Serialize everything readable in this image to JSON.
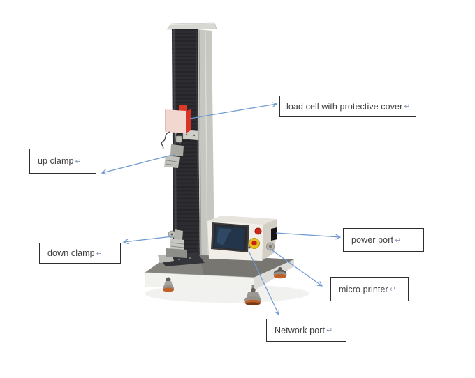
{
  "figure": {
    "type": "annotated-diagram",
    "subject": "universal tensile testing machine with labeled parts",
    "labels": [
      {
        "id": "load-cell",
        "text": "load cell with protective cover",
        "mark": "↵"
      },
      {
        "id": "up-clamp",
        "text": "up clamp",
        "mark": "↵"
      },
      {
        "id": "down-clamp",
        "text": "down clamp",
        "mark": "↵"
      },
      {
        "id": "power-port",
        "text": "power port",
        "mark": "↵"
      },
      {
        "id": "micro-printer",
        "text": "micro printer",
        "mark": "↵"
      },
      {
        "id": "network-port",
        "text": "Network port",
        "mark": "↵"
      }
    ],
    "machine_parts": [
      "column-cap",
      "column",
      "load-cell",
      "upper-clamp",
      "lower-clamp",
      "clamp-base-plate",
      "control-console",
      "touchscreen",
      "power-button",
      "emergency-stop-button",
      "power-port",
      "micro-printer",
      "network-port",
      "machine-base",
      "leveling-feet"
    ],
    "colors": {
      "arrow": "#6f9ad0",
      "box-border": "#2e2e2e",
      "label-text": "#3f3f3f",
      "return-mark": "#8d9ab5",
      "cap": "#d8d8d3",
      "column-front": "#2c2c31",
      "column-side": "#c7c7c2",
      "load-cell-red": "#d83425",
      "load-cell-face": "#f2d6d0",
      "metal": "#c0c0ba",
      "metal-dark": "#8e8e88",
      "console-front": "#f0eee7",
      "console-top": "#e7e4dd",
      "console-side": "#d3cfc5",
      "screen-frame": "#3c3c3e",
      "screen": "#23354a",
      "screen-glare": "#3a5878",
      "button-red": "#d02818",
      "estop-yellow": "#e6bf1e",
      "estop-red": "#cc1f10",
      "port-dark": "#141416",
      "base-top": "#85837d",
      "base-front": "#f1f1ee",
      "base-side": "#dddcd8",
      "plate-dark": "#33333a",
      "foot-metal": "#94918a",
      "foot-dark": "#5f5d58",
      "foot-ring": "#bf6127",
      "cable": "#4a4a4e",
      "shadow": "#e4e4e1"
    }
  }
}
